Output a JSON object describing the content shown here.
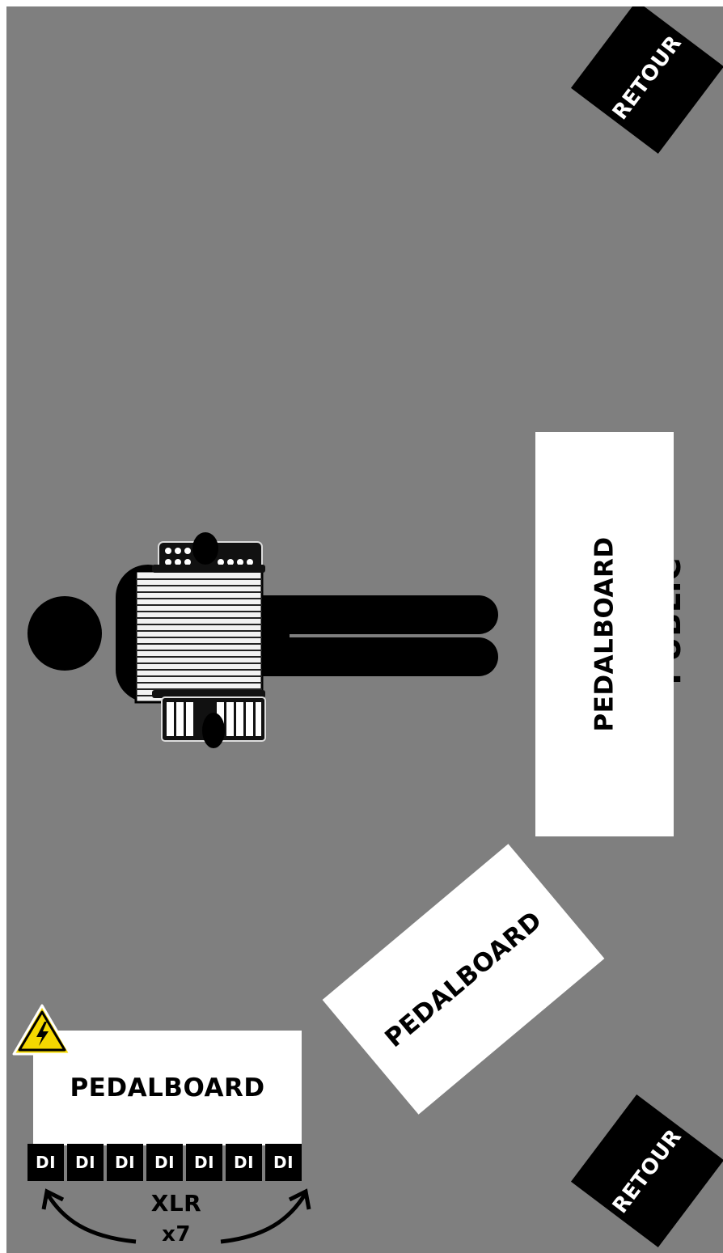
{
  "stage": {
    "background_color": "#7f7f7f",
    "audience_label": "PUBLIC"
  },
  "monitors": [
    {
      "label": "RETOUR"
    },
    {
      "label": "RETOUR"
    }
  ],
  "pedalboards": [
    {
      "label": "PEDALBOARD"
    },
    {
      "label": "PEDALBOARD"
    },
    {
      "label": "PEDALBOARD"
    }
  ],
  "di_boxes": [
    "DI",
    "DI",
    "DI",
    "DI",
    "DI",
    "DI",
    "DI"
  ],
  "cabling": {
    "connector": "XLR",
    "count": "x7"
  },
  "icons": {
    "performer": "accordion-player-icon",
    "power": "high-voltage-warning-icon"
  },
  "colors": {
    "monitor": "#000000",
    "pedalboard": "#ffffff",
    "warning": "#f5d800"
  }
}
